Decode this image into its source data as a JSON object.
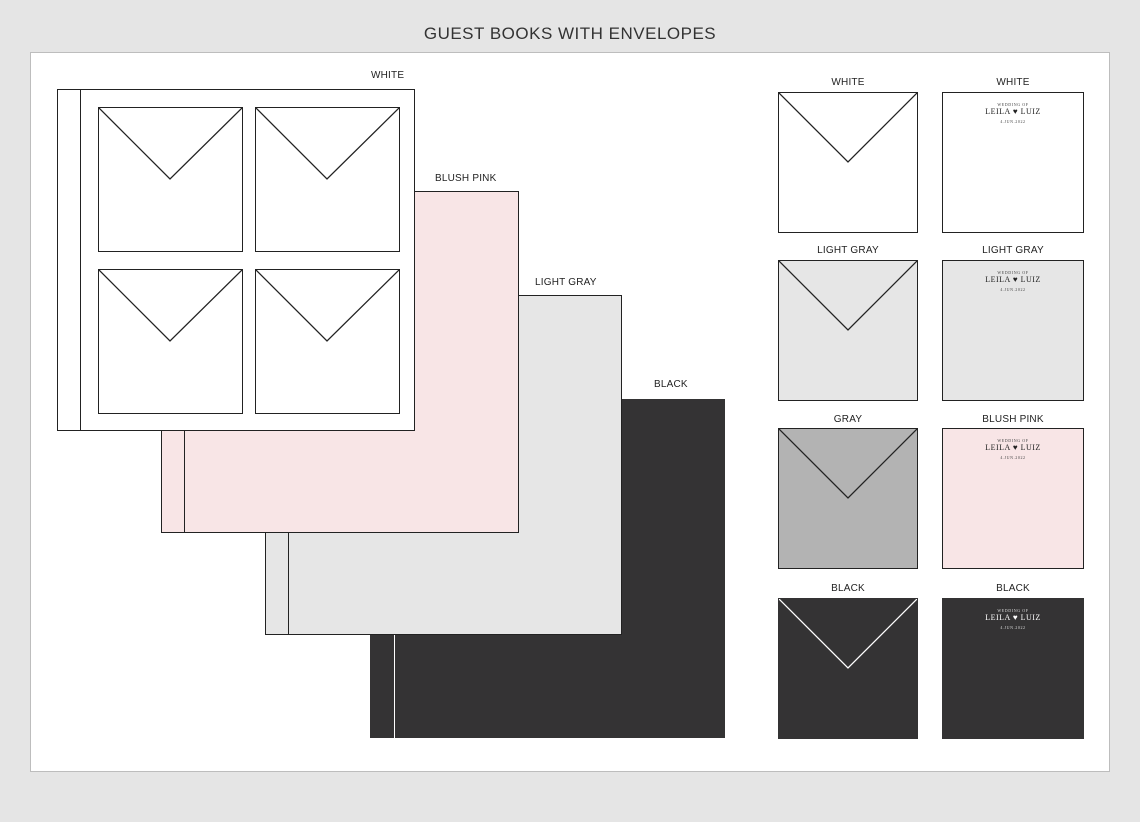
{
  "title": "GUEST BOOKS WITH ENVELOPES",
  "colors": {
    "white": "#ffffff",
    "blush_pink": "#f8e5e6",
    "light_gray": "#e6e6e6",
    "gray": "#b3b3b3",
    "black": "#343334"
  },
  "books": {
    "white": "WHITE",
    "blush_pink": "BLUSH PINK",
    "light_gray": "LIGHT GRAY",
    "black": "BLACK"
  },
  "envelopes": {
    "e1": "WHITE",
    "e2": "LIGHT GRAY",
    "e3": "GRAY",
    "e4": "BLACK"
  },
  "cards": {
    "c1": "WHITE",
    "c2": "LIGHT GRAY",
    "c3": "BLUSH PINK",
    "c4": "BLACK",
    "line1": "WEDDING OF",
    "names": "LEILA ♥ LUIZ",
    "date": "4.JUN.2022"
  }
}
